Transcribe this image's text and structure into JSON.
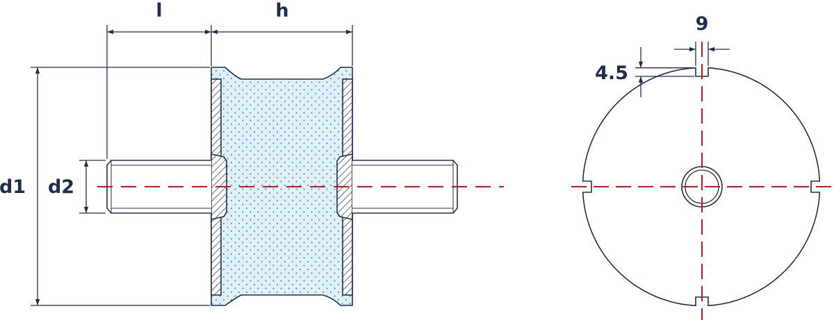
{
  "labels": {
    "length": "l",
    "height": "h",
    "outer_diameter": "d1",
    "thread_diameter": "d2",
    "slot_width": "9",
    "slot_depth": "4.5"
  },
  "colors": {
    "line": "#1e2d4f",
    "centerline": "#d4111b",
    "rubber_fill": "#e3eff7",
    "rubber_dots": "#2aa6dc",
    "background": "#ffffff"
  }
}
